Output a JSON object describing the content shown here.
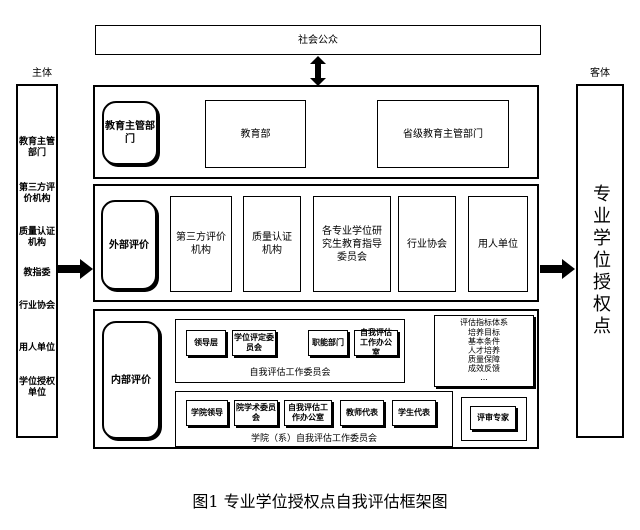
{
  "left_panel": {
    "title": "主体",
    "items": [
      "教育主管部门",
      "第三方评价机构",
      "质量认证机构",
      "教指委",
      "行业协会",
      "用人单位",
      "学位授权单位"
    ]
  },
  "right_panel": {
    "title": "客体",
    "text": "专业学位授权点"
  },
  "society": "社会公众",
  "education_row": {
    "label": "教育主管部门",
    "boxes": [
      "教育部",
      "省级教育主管部门"
    ]
  },
  "external_row": {
    "label": "外部评价",
    "boxes": [
      "第三方评价机构",
      "质量认证机构",
      "各专业学位研究生教育指导委员会",
      "行业协会",
      "用人单位"
    ]
  },
  "internal_row": {
    "label": "内部评价",
    "committee_top": {
      "caption": "自我评估工作委员会",
      "boxes": [
        "领导层",
        "学位评定委员会",
        "职能部门",
        "自我评估工作办公室"
      ]
    },
    "committee_bottom": {
      "caption": "学院（系）自我评估工作委员会",
      "boxes": [
        "学院领导",
        "院学术委员会",
        "自我评估工作办公室",
        "教师代表",
        "学生代表"
      ]
    },
    "index_system": {
      "title": "评估指标体系",
      "items": [
        "培养目标",
        "基本条件",
        "人才培养",
        "质量保障",
        "成效反馈",
        "..."
      ]
    },
    "experts": "评审专家"
  },
  "caption": "图1 专业学位授权点自我评估框架图"
}
